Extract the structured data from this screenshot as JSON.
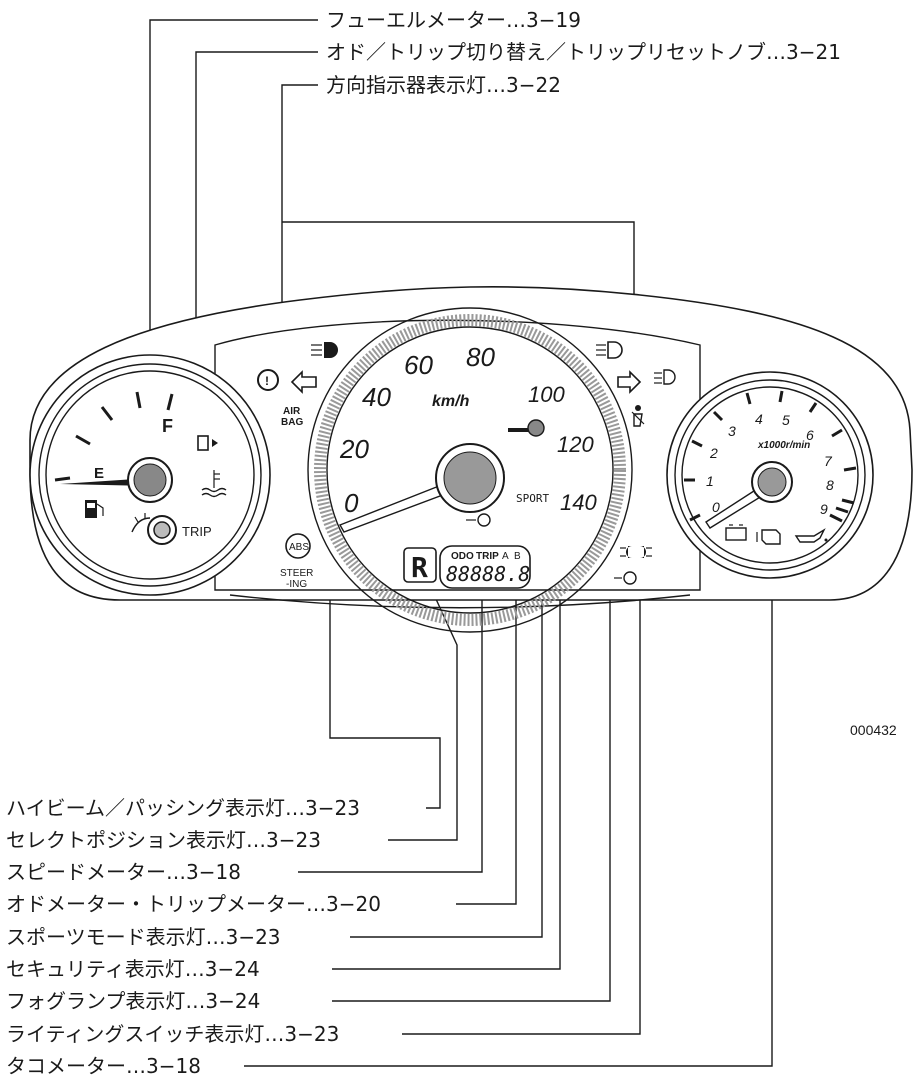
{
  "figure_id": "000432",
  "callouts_top": [
    "フューエルメーター…3−19",
    "オド／トリップ切り替え／トリップリセットノブ…3−21",
    "方向指示器表示灯…3−22"
  ],
  "callouts_bottom": [
    "ハイビーム／パッシング表示灯…3−23",
    "セレクトポジション表示灯…3−23",
    "スピードメーター…3−18",
    "オドメーター・トリップメーター…3−20",
    "スポーツモード表示灯…3−23",
    "セキュリティ表示灯…3−24",
    "フォグランプ表示灯…3−24",
    "ライティングスイッチ表示灯…3−23",
    "タコメーター…3−18"
  ],
  "fuel_gauge": {
    "full": "F",
    "empty": "E",
    "trip_label": "TRIP"
  },
  "speedometer": {
    "unit": "km/h",
    "scale": [
      "0",
      "20",
      "40",
      "60",
      "80",
      "100",
      "120",
      "140"
    ]
  },
  "tachometer": {
    "unit": "x1000r/min",
    "scale": [
      "0",
      "1",
      "2",
      "3",
      "4",
      "5",
      "6",
      "7",
      "8",
      "9"
    ]
  },
  "indicators": {
    "airbag_line1": "AIR",
    "airbag_line2": "BAG",
    "abs": "ABS",
    "steering_line1": "STEER",
    "steering_line2": "-ING",
    "sport": "SPORT"
  },
  "display": {
    "odo": "ODO",
    "trip": "TRIP",
    "trip_a": "A",
    "trip_b": "B",
    "digits": "88888.8",
    "shift": "R"
  }
}
